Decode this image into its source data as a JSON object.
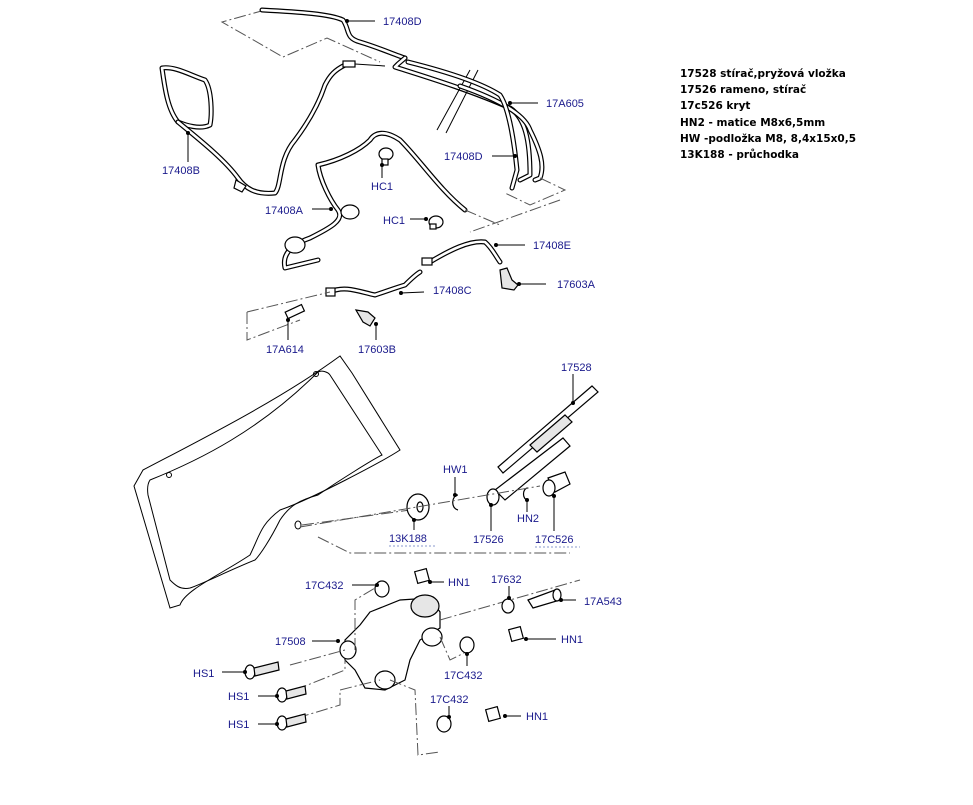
{
  "legend": [
    "17528 stírač,pryžová vložka",
    "17526 rameno, stírač",
    "17c526 kryt",
    "HN2 - matice M8x6,5mm",
    "HW -podložka M8, 8,4x15x0,5",
    "13K188 - průchodka"
  ],
  "labels": {
    "l17408D_top": "17408D",
    "l17A605": "17A605",
    "l17408D_mid": "17408D",
    "l17408B": "17408B",
    "lHC1_a": "HC1",
    "l17408A": "17408A",
    "lHC1_b": "HC1",
    "l17408E": "17408E",
    "l17603A": "17603A",
    "l17408C": "17408C",
    "l17A614": "17A614",
    "l17603B": "17603B",
    "l17528": "17528",
    "lHW1": "HW1",
    "l13K188": "13K188",
    "l17526": "17526",
    "lHN2": "HN2",
    "l17C526": "17C526",
    "l17C432_a": "17C432",
    "lHN1_a": "HN1",
    "l17632": "17632",
    "l17A543": "17A543",
    "l17508": "17508",
    "lHN1_b": "HN1",
    "l17C432_b": "17C432",
    "lHS1_a": "HS1",
    "lHS1_b": "HS1",
    "lHS1_c": "HS1",
    "l17C432_c": "17C432",
    "lHN1_c": "HN1"
  }
}
